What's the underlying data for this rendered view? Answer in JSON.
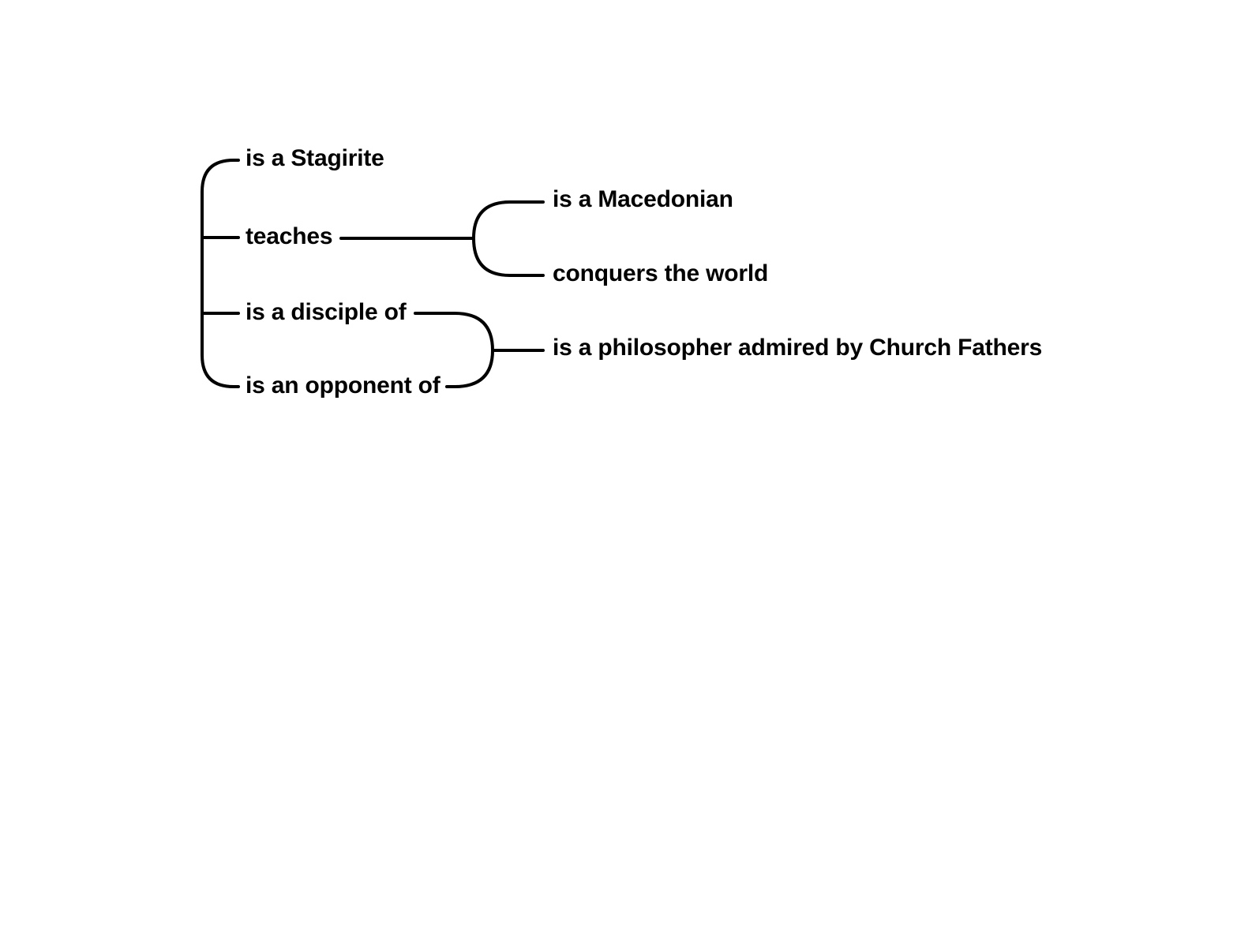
{
  "diagram": {
    "level1": {
      "stagirite": "is a Stagirite",
      "teaches": "teaches",
      "disciple": "is a disciple of",
      "opponent": "is an opponent of"
    },
    "level2": {
      "macedonian": "is a Macedonian",
      "conquers": "conquers the world",
      "philosopher": "is a philosopher admired by Church Fathers"
    },
    "line_color": "#000000"
  }
}
